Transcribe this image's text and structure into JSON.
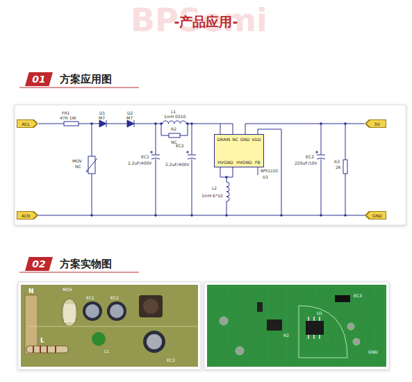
{
  "diagram": {
    "title": "-产品应用-",
    "nodes": [
      {
        "text": [
          "01",
          "方案应用图"
        ]
      },
      {
        "text": [
          "ACL"
        ]
      },
      {
        "text": [
          "ACN"
        ]
      },
      {
        "text": [
          "DRAIN",
          "NC",
          "GND",
          "VDD",
          "HVGND",
          "HVGND",
          "FB"
        ]
      },
      {
        "text": [
          "5V"
        ]
      },
      {
        "text": [
          "GND"
        ]
      },
      {
        "text": [
          "02",
          "方案实物图"
        ]
      }
    ],
    "edges": [
      {
        "from": 2,
        "to": 5,
        "arrow": "none"
      }
    ],
    "labels": [
      "BPSemi",
      "FR1",
      "47R 1W",
      "D1",
      "M7",
      "D2",
      "M7",
      "L1",
      "1mH 0510",
      "R2",
      "NC",
      "MOV",
      "NC",
      "EC1",
      "2.2uF/400V",
      "EC2",
      "2.2uF/400V",
      "BP5122D",
      "U1",
      "L2",
      "1mH 6*10",
      "EC3",
      "220uF/10V",
      "R3",
      "2K",
      "N",
      "L",
      "MOV",
      "EC1",
      "EC2",
      "L1",
      "EC3",
      "U1",
      "R2",
      "GND",
      "EC3"
    ]
  }
}
